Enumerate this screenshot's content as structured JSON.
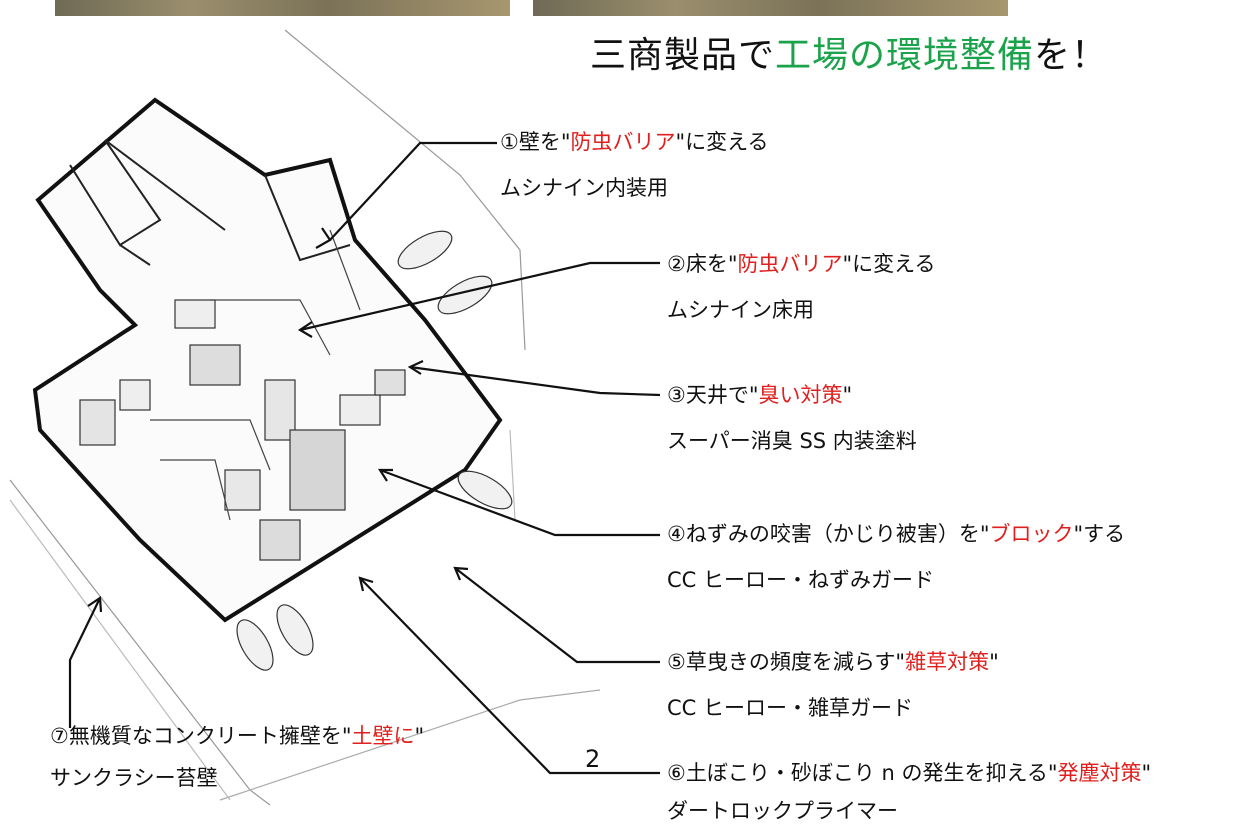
{
  "title": {
    "prefix": "三商製品で",
    "accent": "工場の環境整備",
    "suffix": "を！",
    "accent_color": "#1aa34a"
  },
  "highlight_color": "#e0201e",
  "callouts": [
    {
      "pre": "①壁を\"",
      "red": "防虫バリア",
      "post": "\"に変える",
      "product": "ムシナイン内装用"
    },
    {
      "pre": "②床を\"",
      "red": "防虫バリア",
      "post": "\"に変える",
      "product": "ムシナイン床用"
    },
    {
      "pre": "③天井で\"",
      "red": "臭い対策",
      "post": "\"",
      "product": "スーパー消臭 SS 内装塗料"
    },
    {
      "pre": "④ねずみの咬害（かじり被害）を\"",
      "red": "ブロック",
      "post": "\"する",
      "product": "CC ヒーロー・ねずみガード"
    },
    {
      "pre": "⑤草曳きの頻度を減らす\"",
      "red": "雑草対策",
      "post": "\"",
      "product": "CC ヒーロー・雑草ガード"
    },
    {
      "pre": "⑥土ぼこり・砂ぼこり n の発生を抑える\"",
      "red": "発塵対策",
      "post": "\"",
      "product": "ダートロックプライマー"
    },
    {
      "pre": "⑦無機質なコンクリート擁壁を\"",
      "red": "土壁に",
      "post": "\"",
      "product": "サンクラシー苔壁"
    }
  ],
  "page_number": "2"
}
